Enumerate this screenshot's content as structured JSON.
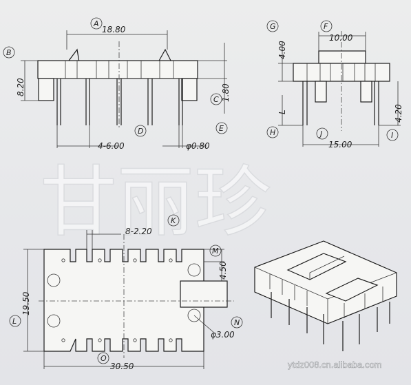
{
  "watermark": "甘丽珍",
  "credit": "ytdz008.cn.alibaba.com",
  "dims": {
    "overall_width": "18.80",
    "height": "8.20",
    "flange": "1.80",
    "pin_pitch": "4-6.00",
    "pin_dia": "φ0.80",
    "top_width": "10.00",
    "side_height": "4.00",
    "pin_len": "L",
    "pin_out": "4.20",
    "side_width": "15.00",
    "slot_pitch": "8-2.20",
    "slot_height": "4.50",
    "base_height": "19.50",
    "hole_dia": "φ3.00",
    "base_width": "30.50"
  },
  "refs": [
    "A",
    "B",
    "C",
    "D",
    "E",
    "F",
    "G",
    "H",
    "I",
    "J",
    "K",
    "L",
    "M",
    "N",
    "O"
  ]
}
